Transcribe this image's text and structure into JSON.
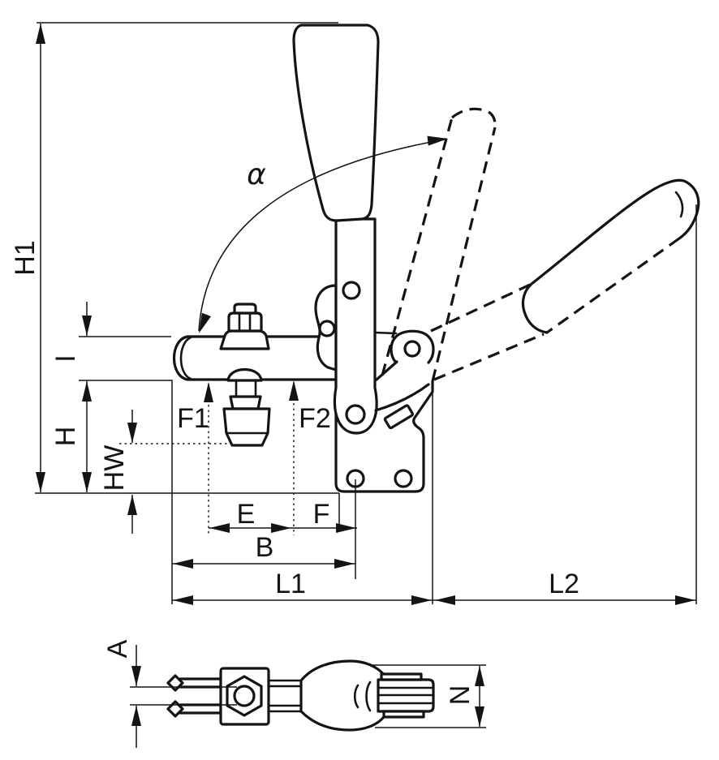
{
  "diagram": {
    "type": "technical-drawing",
    "subject": "vertical toggle clamp, dimensioned line drawing",
    "views": {
      "side": "side view with closed, intermediate (dashed) and open handle positions",
      "bottom": "bottom/plan view of clamp arm and handle"
    },
    "labels": {
      "h1": "H1",
      "i": "I",
      "h": "H",
      "hw": "HW",
      "f1": "F1",
      "f2": "F2",
      "e": "E",
      "f": "F",
      "b": "B",
      "l1": "L1",
      "l2": "L2",
      "alpha": "α",
      "a": "A",
      "n": "N"
    },
    "colors": {
      "line": "#141414",
      "background": "#ffffff"
    }
  }
}
